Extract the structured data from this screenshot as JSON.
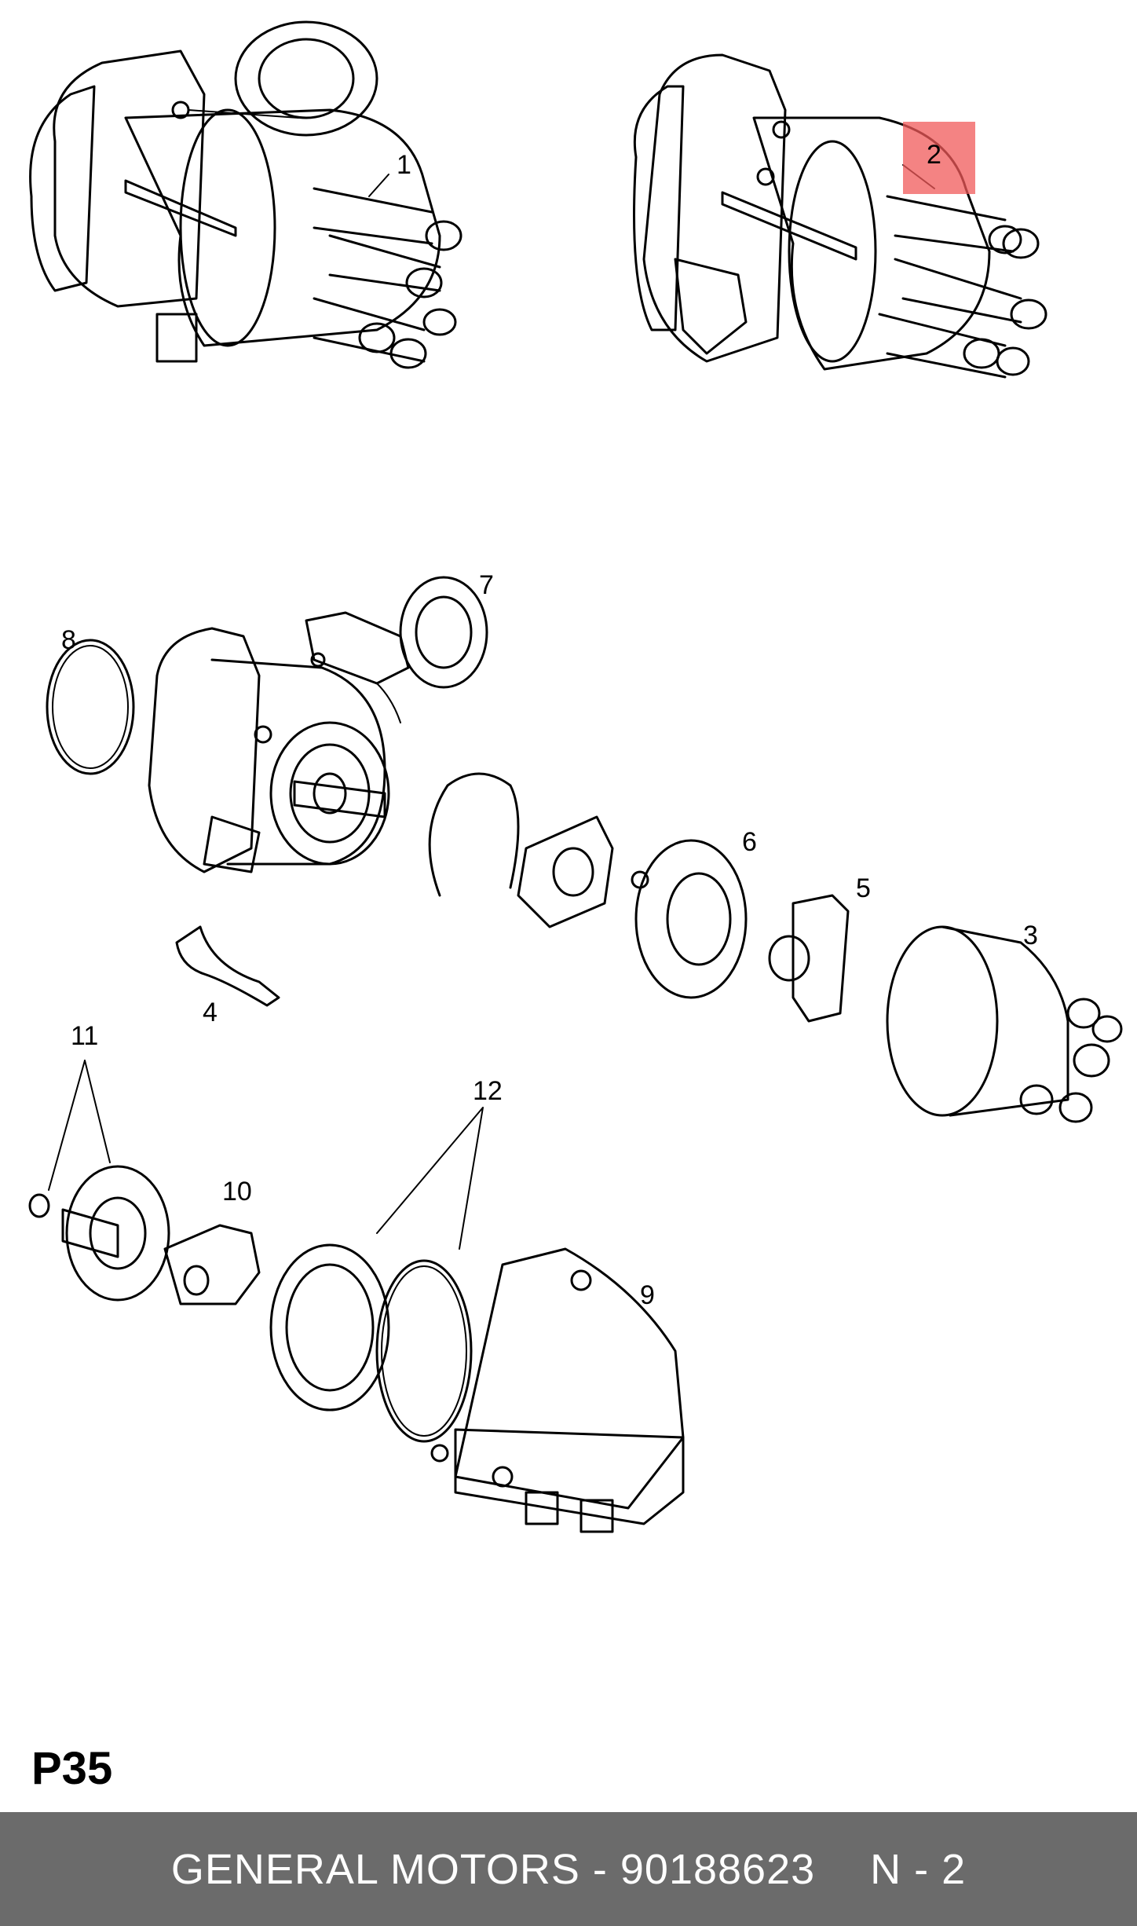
{
  "diagram": {
    "callouts": {
      "c1": "1",
      "c2": "2",
      "c3": "3",
      "c4": "4",
      "c5": "5",
      "c6": "6",
      "c7": "7",
      "c8": "8",
      "c9": "9",
      "c10": "10",
      "c11": "11",
      "c12": "12"
    },
    "highlighted_callout": "2",
    "highlight_color": "#f05a5a"
  },
  "page_code": "P35",
  "footer": {
    "part_text": "GENERAL MOTORS - 90188623",
    "page_text": "N - 2",
    "background": "#6b6b6b"
  }
}
